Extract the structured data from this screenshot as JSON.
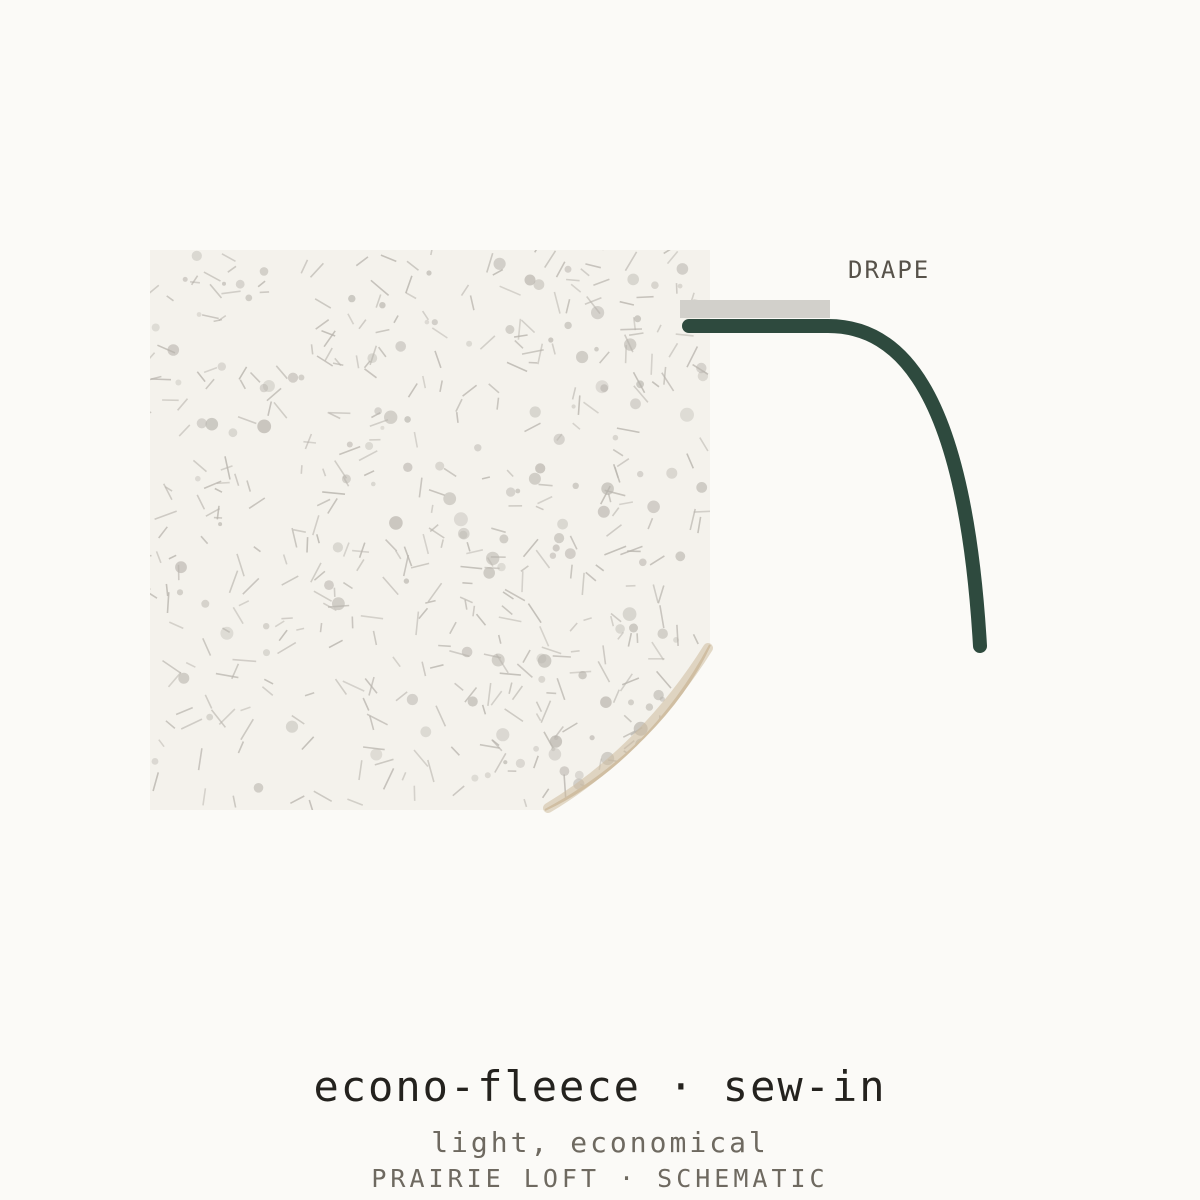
{
  "swatch": {
    "label": "DRAPE",
    "material": "econo-fleece",
    "attachment": "sew-in"
  },
  "title": "econo-fleece · sew-in",
  "subtitle": "light, economical",
  "caption": "PRAIRIE LOFT · SCHEMATIC",
  "colors": {
    "background": "#fbfaf7",
    "fabric": "#f4f2ec",
    "fiber": "#b8b4ad",
    "curl": "#d9c9b0",
    "drape_line": "#2e4a3e",
    "clamp": "#d2d0cb"
  }
}
